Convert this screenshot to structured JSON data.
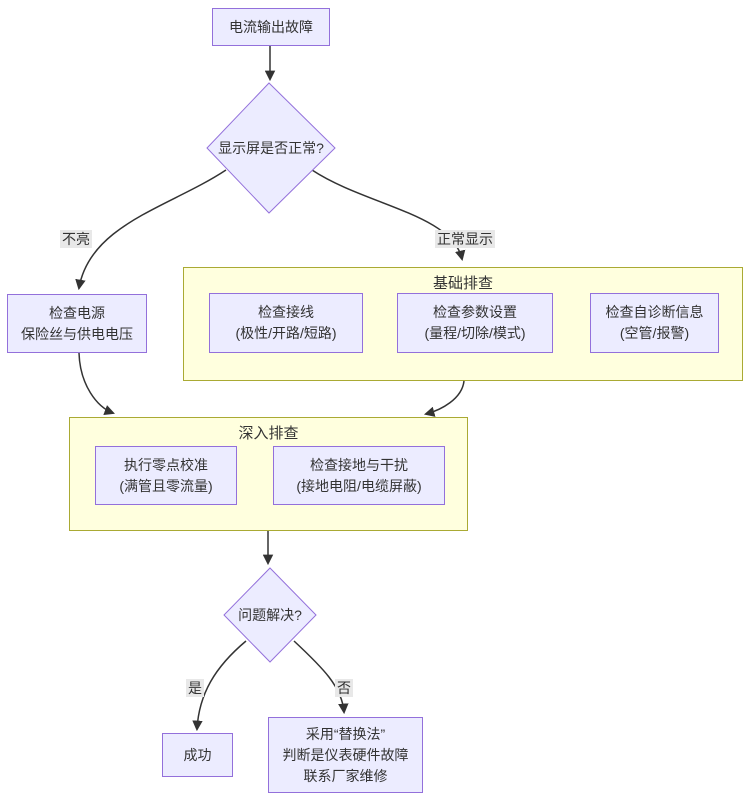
{
  "flowchart": {
    "nodes": {
      "start": {
        "lines": [
          "电流输出故障"
        ]
      },
      "display_decision": {
        "label": "显示屏是否正常?"
      },
      "check_power": {
        "lines": [
          "检查电源",
          "保险丝与供电电压"
        ]
      },
      "check_wiring": {
        "lines": [
          "检查接线",
          "(极性/开路/短路)"
        ]
      },
      "check_params": {
        "lines": [
          "检查参数设置",
          "(量程/切除/模式)"
        ]
      },
      "check_diagnostics": {
        "lines": [
          "检查自诊断信息",
          "(空管/报警)"
        ]
      },
      "zero_calibration": {
        "lines": [
          "执行零点校准",
          "(满管且零流量)"
        ]
      },
      "check_grounding": {
        "lines": [
          "检查接地与干扰",
          "(接地电阻/电缆屏蔽)"
        ]
      },
      "solved_decision": {
        "label": "问题解决?"
      },
      "success": {
        "lines": [
          "成功"
        ]
      },
      "replacement": {
        "lines": [
          "采用“替换法”",
          "判断是仪表硬件故障",
          "联系厂家维修"
        ]
      }
    },
    "clusters": {
      "basic": {
        "title": "基础排查"
      },
      "deep": {
        "title": "深入排查"
      }
    },
    "edge_labels": {
      "not_lit": "不亮",
      "normal_display": "正常显示",
      "yes": "是",
      "no": "否"
    },
    "colors": {
      "node_fill": "#ECECFF",
      "node_border": "#9370DB",
      "cluster_fill": "#FFFFDE",
      "cluster_border": "#AAAA33",
      "edge": "#333333",
      "edge_label_bg": "#E8E8E8",
      "text": "#333333"
    }
  }
}
